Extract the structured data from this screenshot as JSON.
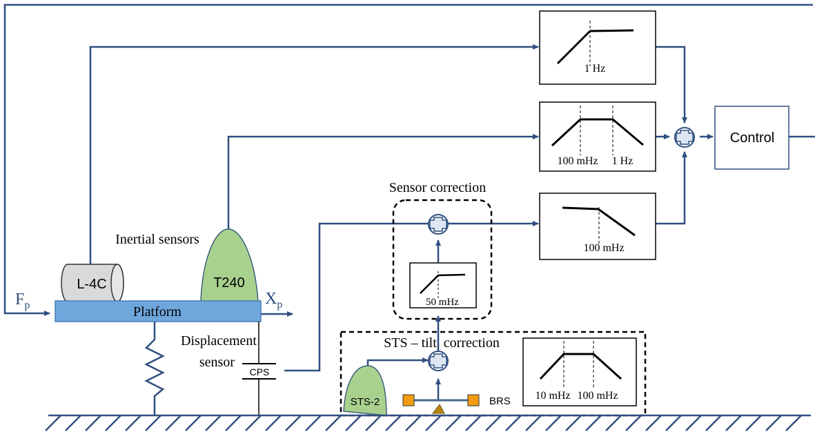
{
  "labels": {
    "filter_top_freq": "1 Hz",
    "filter_mid_freq_low": "100 mHz",
    "filter_mid_freq_high": "1 Hz",
    "filter_bottom_freq": "100 mHz",
    "sensor_correction_title": "Sensor correction",
    "sc_filter_freq": "50 mHz",
    "sts_tilt_title": "STS – tilt  correction",
    "tilt_filter_freq_low": "10 mHz",
    "tilt_filter_freq_high": "100 mHz",
    "control": "Control",
    "inertial_sensors": "Inertial sensors",
    "l4c": "L-4C",
    "t240": "T240",
    "platform": "Platform",
    "fp_main": "F",
    "fp_sub": "p",
    "xp_main": "X",
    "xp_sub": "p",
    "displacement_line1": "Displacement",
    "displacement_line2": "sensor",
    "cps": "CPS",
    "sts2": "STS-2",
    "brs": "BRS"
  },
  "colors": {
    "signal_line": "#2f4f7f",
    "platform_fill": "#6fa7dd",
    "t240_fill": "#a9d18e",
    "l4c_fill": "#d9d9d9",
    "brs_mass": "#f39c12",
    "brs_pivot": "#b8860b"
  }
}
